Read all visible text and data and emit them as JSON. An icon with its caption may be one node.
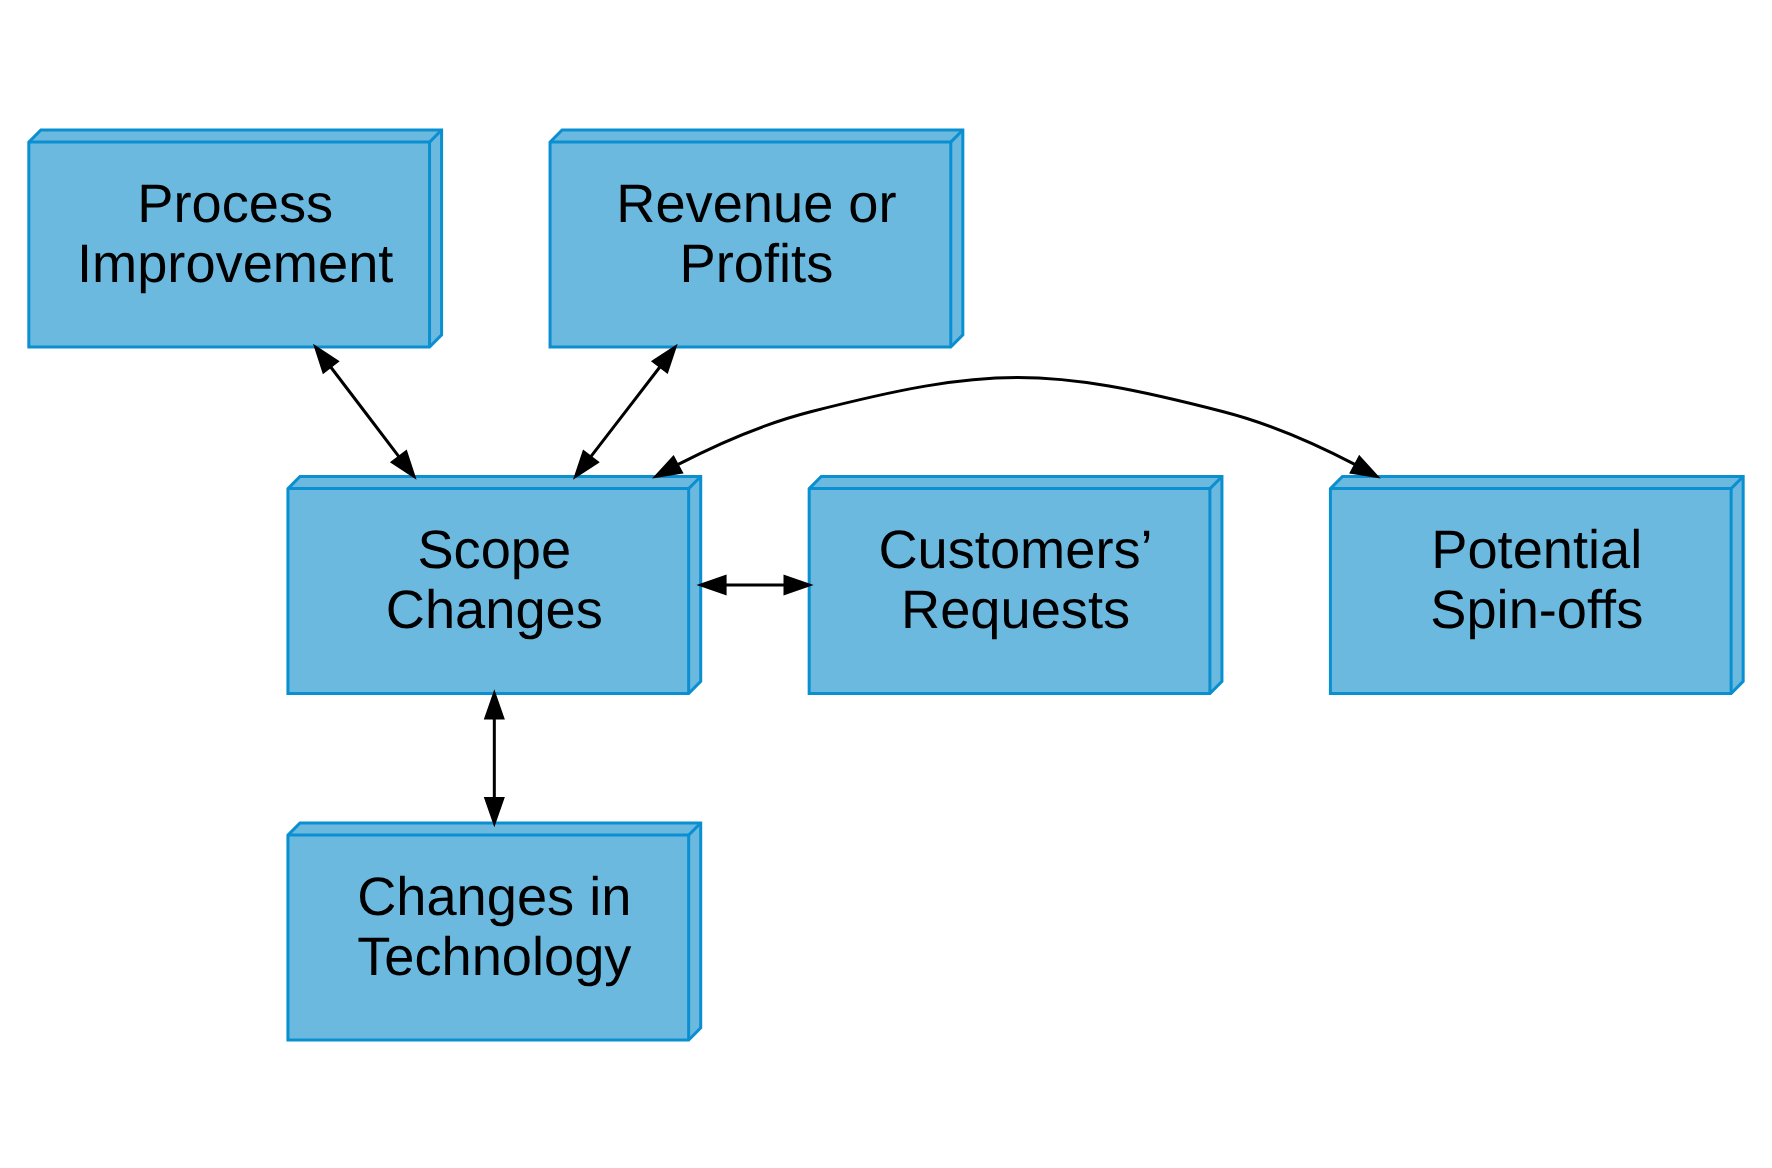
{
  "diagram": {
    "nodes": [
      {
        "text": [
          "Process Improvement"
        ]
      },
      {
        "text": [
          "Revenue or Profits"
        ]
      },
      {
        "text": [
          "Potential Spin-offs"
        ]
      },
      {
        "text": [
          "Scope Changes"
        ]
      },
      {
        "text": [
          "Customers’ Requests"
        ]
      },
      {
        "text": [
          "Changes in Technology"
        ]
      }
    ],
    "edges": [
      {
        "from": 3,
        "to": 0,
        "arrow": "both"
      },
      {
        "from": 3,
        "to": 1,
        "arrow": "both"
      },
      {
        "from": 3,
        "to": 2,
        "arrow": "both"
      },
      {
        "from": 3,
        "to": 4,
        "arrow": "both"
      },
      {
        "from": 3,
        "to": 5,
        "arrow": "both"
      }
    ]
  }
}
